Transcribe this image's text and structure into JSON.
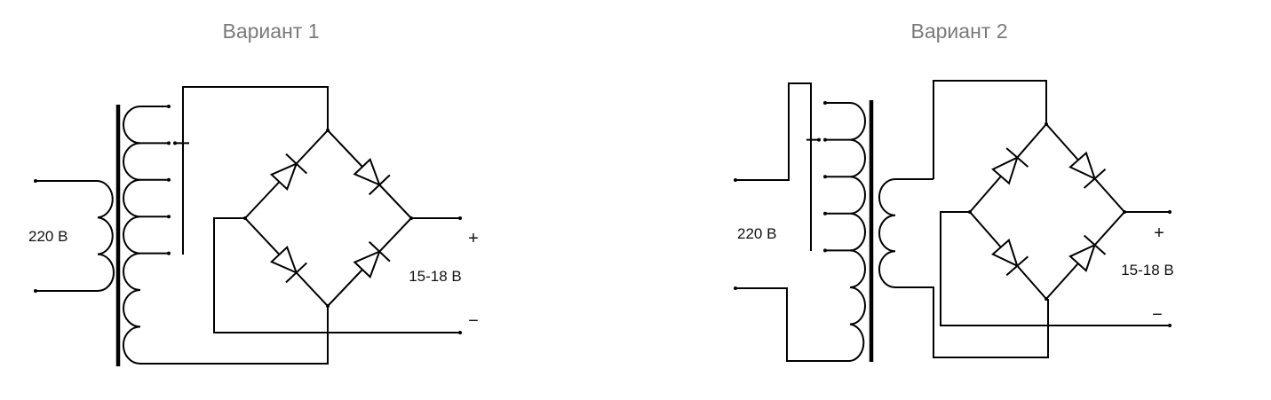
{
  "variant1": {
    "title": "Вариант 1",
    "input_label": "220 В",
    "plus_label": "+",
    "output_label": "15-18 В",
    "minus_label": "−"
  },
  "variant2": {
    "title": "Вариант 2",
    "input_label": "220 В",
    "plus_label": "+",
    "output_label": "15-18 В",
    "minus_label": "−"
  }
}
